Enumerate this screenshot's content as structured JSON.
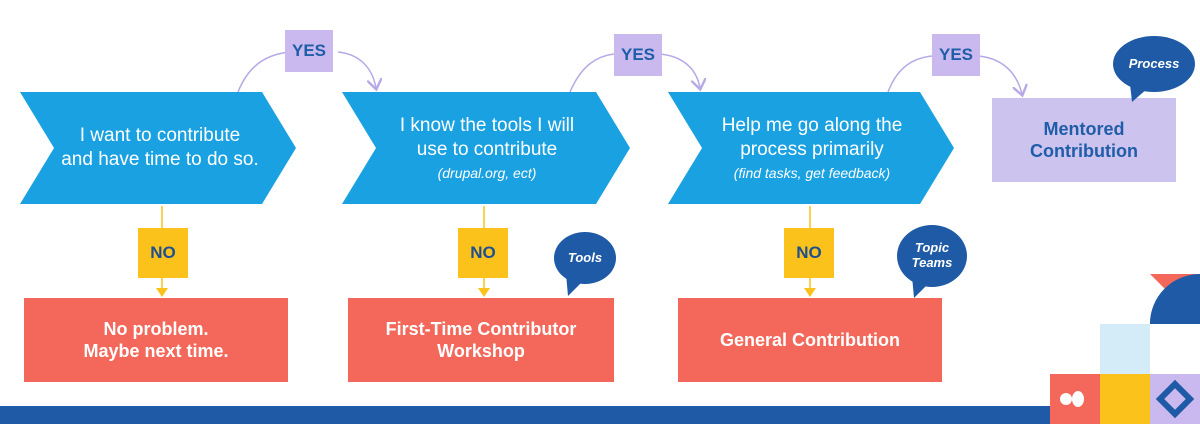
{
  "steps": [
    {
      "text": "I want to contribute and have time to do so.",
      "line1": "I want to contribute",
      "line2": "and have time to do so.",
      "sub": ""
    },
    {
      "text": "I know the tools I will use to contribute",
      "line1": "I know the tools I will",
      "line2": "use to contribute",
      "sub": "(drupal.org, ect)"
    },
    {
      "text": "Help me go along the process primarily",
      "line1": "Help me go along the",
      "line2": "process primarily",
      "sub": "(find tasks, get feedback)"
    }
  ],
  "yes_labels": [
    "YES",
    "YES",
    "YES"
  ],
  "no_labels": [
    "NO",
    "NO",
    "NO"
  ],
  "outcomes": [
    {
      "line1": "No problem.",
      "line2": "Maybe next time."
    },
    {
      "line1": "First-Time Contributor",
      "line2": "Workshop"
    },
    {
      "line1": "General Contribution",
      "line2": ""
    }
  ],
  "final_outcome": {
    "line1": "Mentored",
    "line2": "Contribution"
  },
  "bubbles": {
    "process": "Process",
    "tools": "Tools",
    "topic_teams_line1": "Topic",
    "topic_teams_line2": "Teams"
  },
  "colors": {
    "chevron": "#1aa1e2",
    "yes_box": "#c9b9ef",
    "no_box": "#fbc21c",
    "outcome_box": "#f3685a",
    "mentored_box": "#cdc3ef",
    "bubble": "#1f5aa6",
    "connector_yes": "#b7a8e6",
    "connector_no": "#fbc21c",
    "bottom_bar": "#1f5aa6"
  }
}
